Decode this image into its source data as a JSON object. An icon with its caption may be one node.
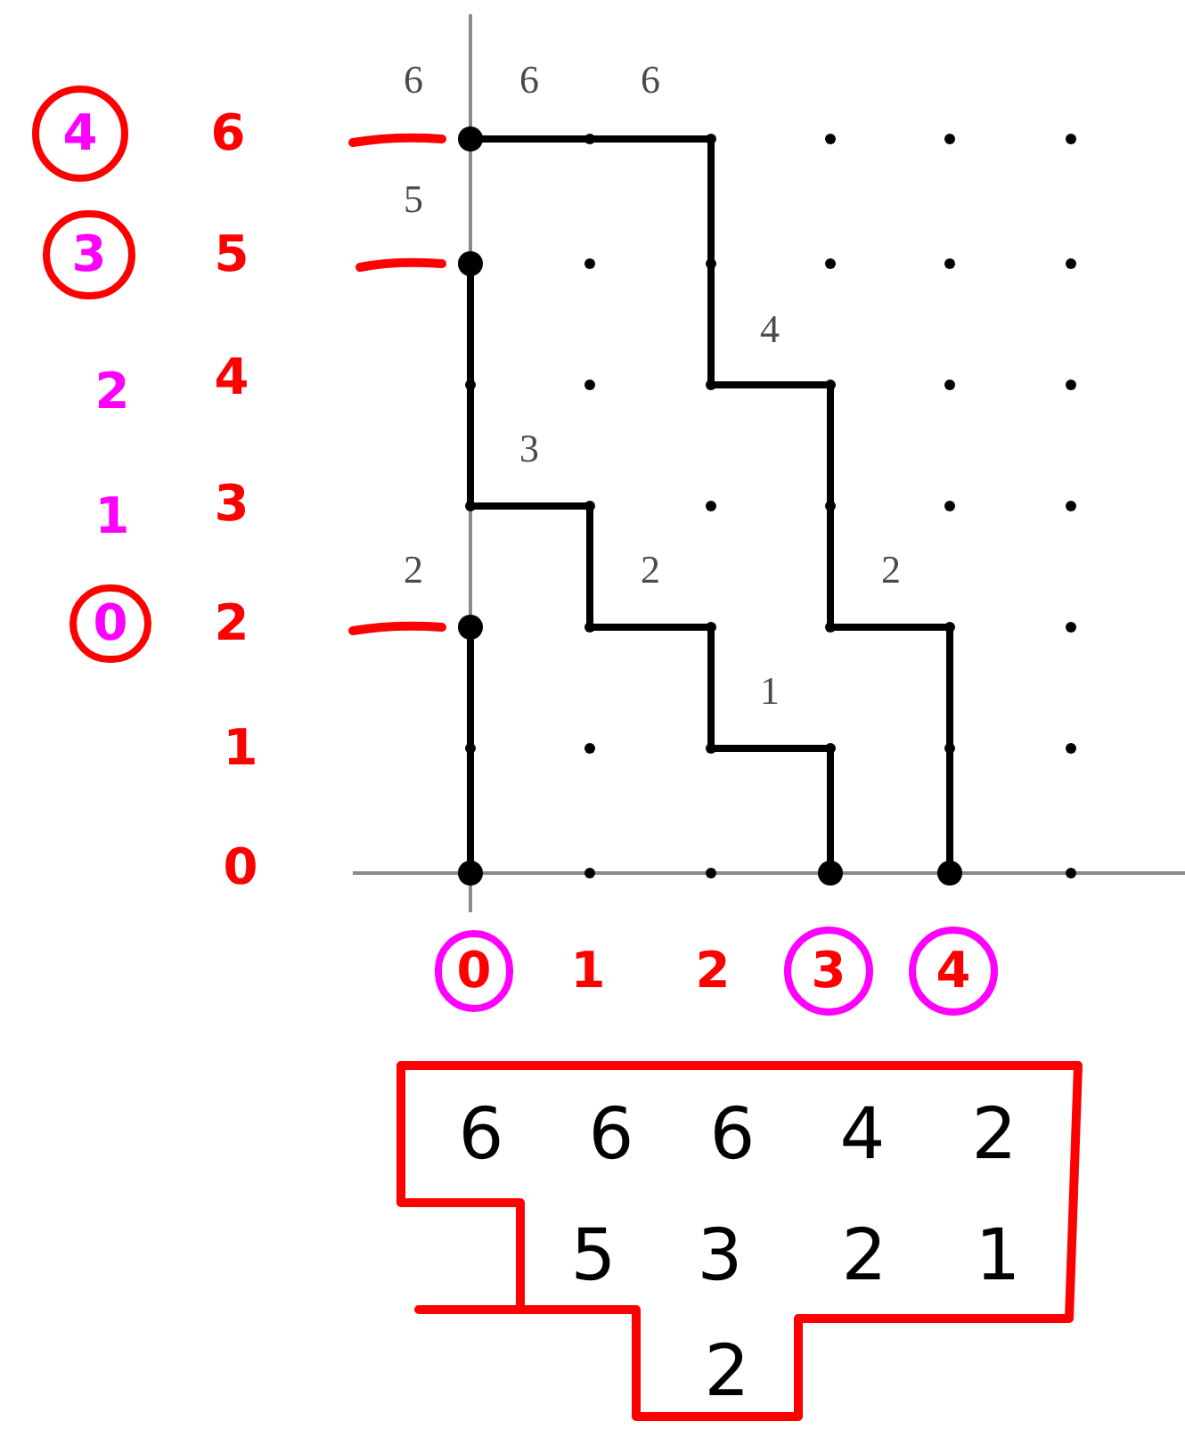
{
  "diagram": {
    "nodes": [
      {
        "text": [
          "4"
        ]
      },
      {
        "text": [
          "3"
        ]
      },
      {
        "text": [
          "0"
        ]
      },
      {
        "text": [
          "0"
        ]
      },
      {
        "text": [
          "3"
        ]
      },
      {
        "text": [
          "4"
        ]
      },
      {
        "text": [
          "6",
          "6",
          "6",
          "4",
          "2",
          "5",
          "3",
          "2",
          "1",
          "2"
        ]
      }
    ],
    "edges": [],
    "labels": [
      "6",
      "6",
      "6",
      "6",
      "5",
      "5",
      "4",
      "2",
      "4",
      "3",
      "1",
      "3",
      "2",
      "2",
      "2",
      "2",
      "1",
      "1",
      "0",
      "1",
      "2"
    ]
  }
}
